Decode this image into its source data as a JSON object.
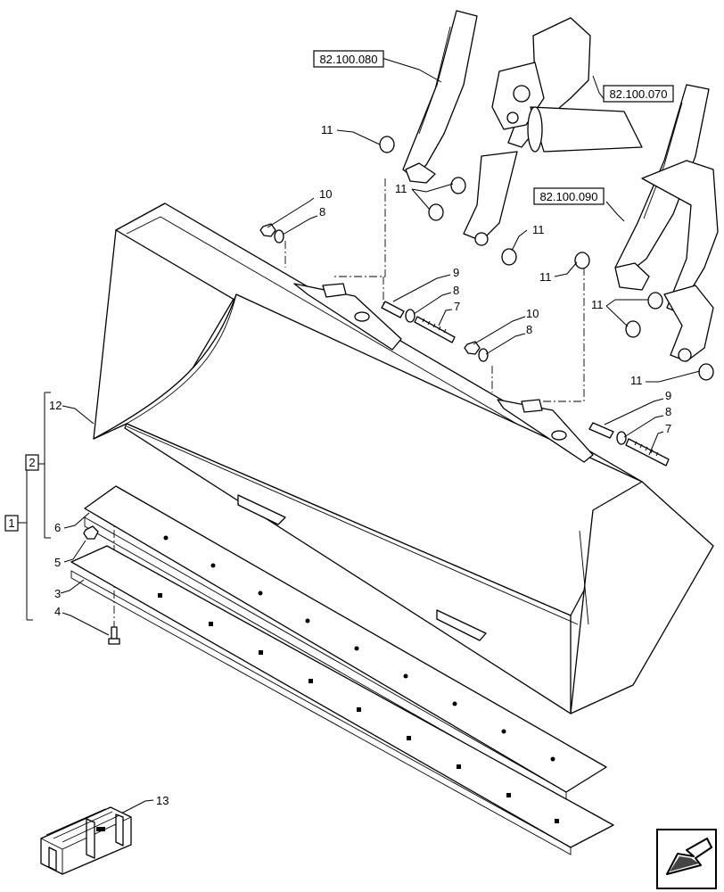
{
  "diagram": {
    "references": {
      "boom_left": "82.100.080",
      "boom_pin": "82.100.070",
      "boom_right": "82.100.090"
    },
    "groups": {
      "outer": "1",
      "inner": "2"
    },
    "callouts": {
      "p3": "3",
      "p4": "4",
      "p5": "5",
      "p6": "6",
      "p7": "7",
      "p8": "8",
      "p9": "9",
      "p10": "10",
      "p11": "11",
      "p12": "12",
      "p13": "13"
    }
  }
}
